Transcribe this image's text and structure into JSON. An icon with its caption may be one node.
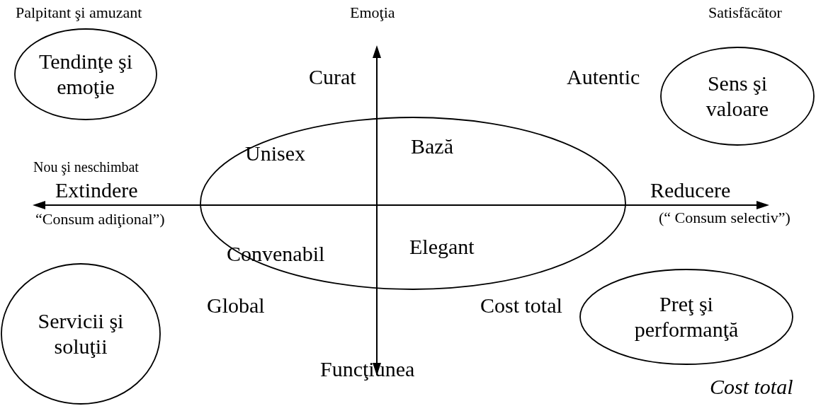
{
  "diagram": {
    "nodes": [
      {
        "text": [
          "Tendinţe şi emoţie"
        ]
      },
      {
        "text": [
          "Sens şi valoare"
        ]
      },
      {
        "text": [
          "Unisex",
          "Bază",
          "Convenabil",
          "Elegant"
        ]
      },
      {
        "text": [
          "Servicii şi soluţii"
        ]
      },
      {
        "text": [
          "Preţ şi performanţă"
        ]
      }
    ],
    "labels": [
      "Palpitant şi amuzant",
      "Emoţia",
      "Satisfăcător",
      "Curat",
      "Autentic",
      "Nou şi neschimbat",
      "Extindere",
      "“Consum adiţional”)",
      "Reducere",
      "(“ Consum selectiv”)",
      "Global",
      "Cost total",
      "Funcţiunea",
      "Cost total"
    ]
  }
}
